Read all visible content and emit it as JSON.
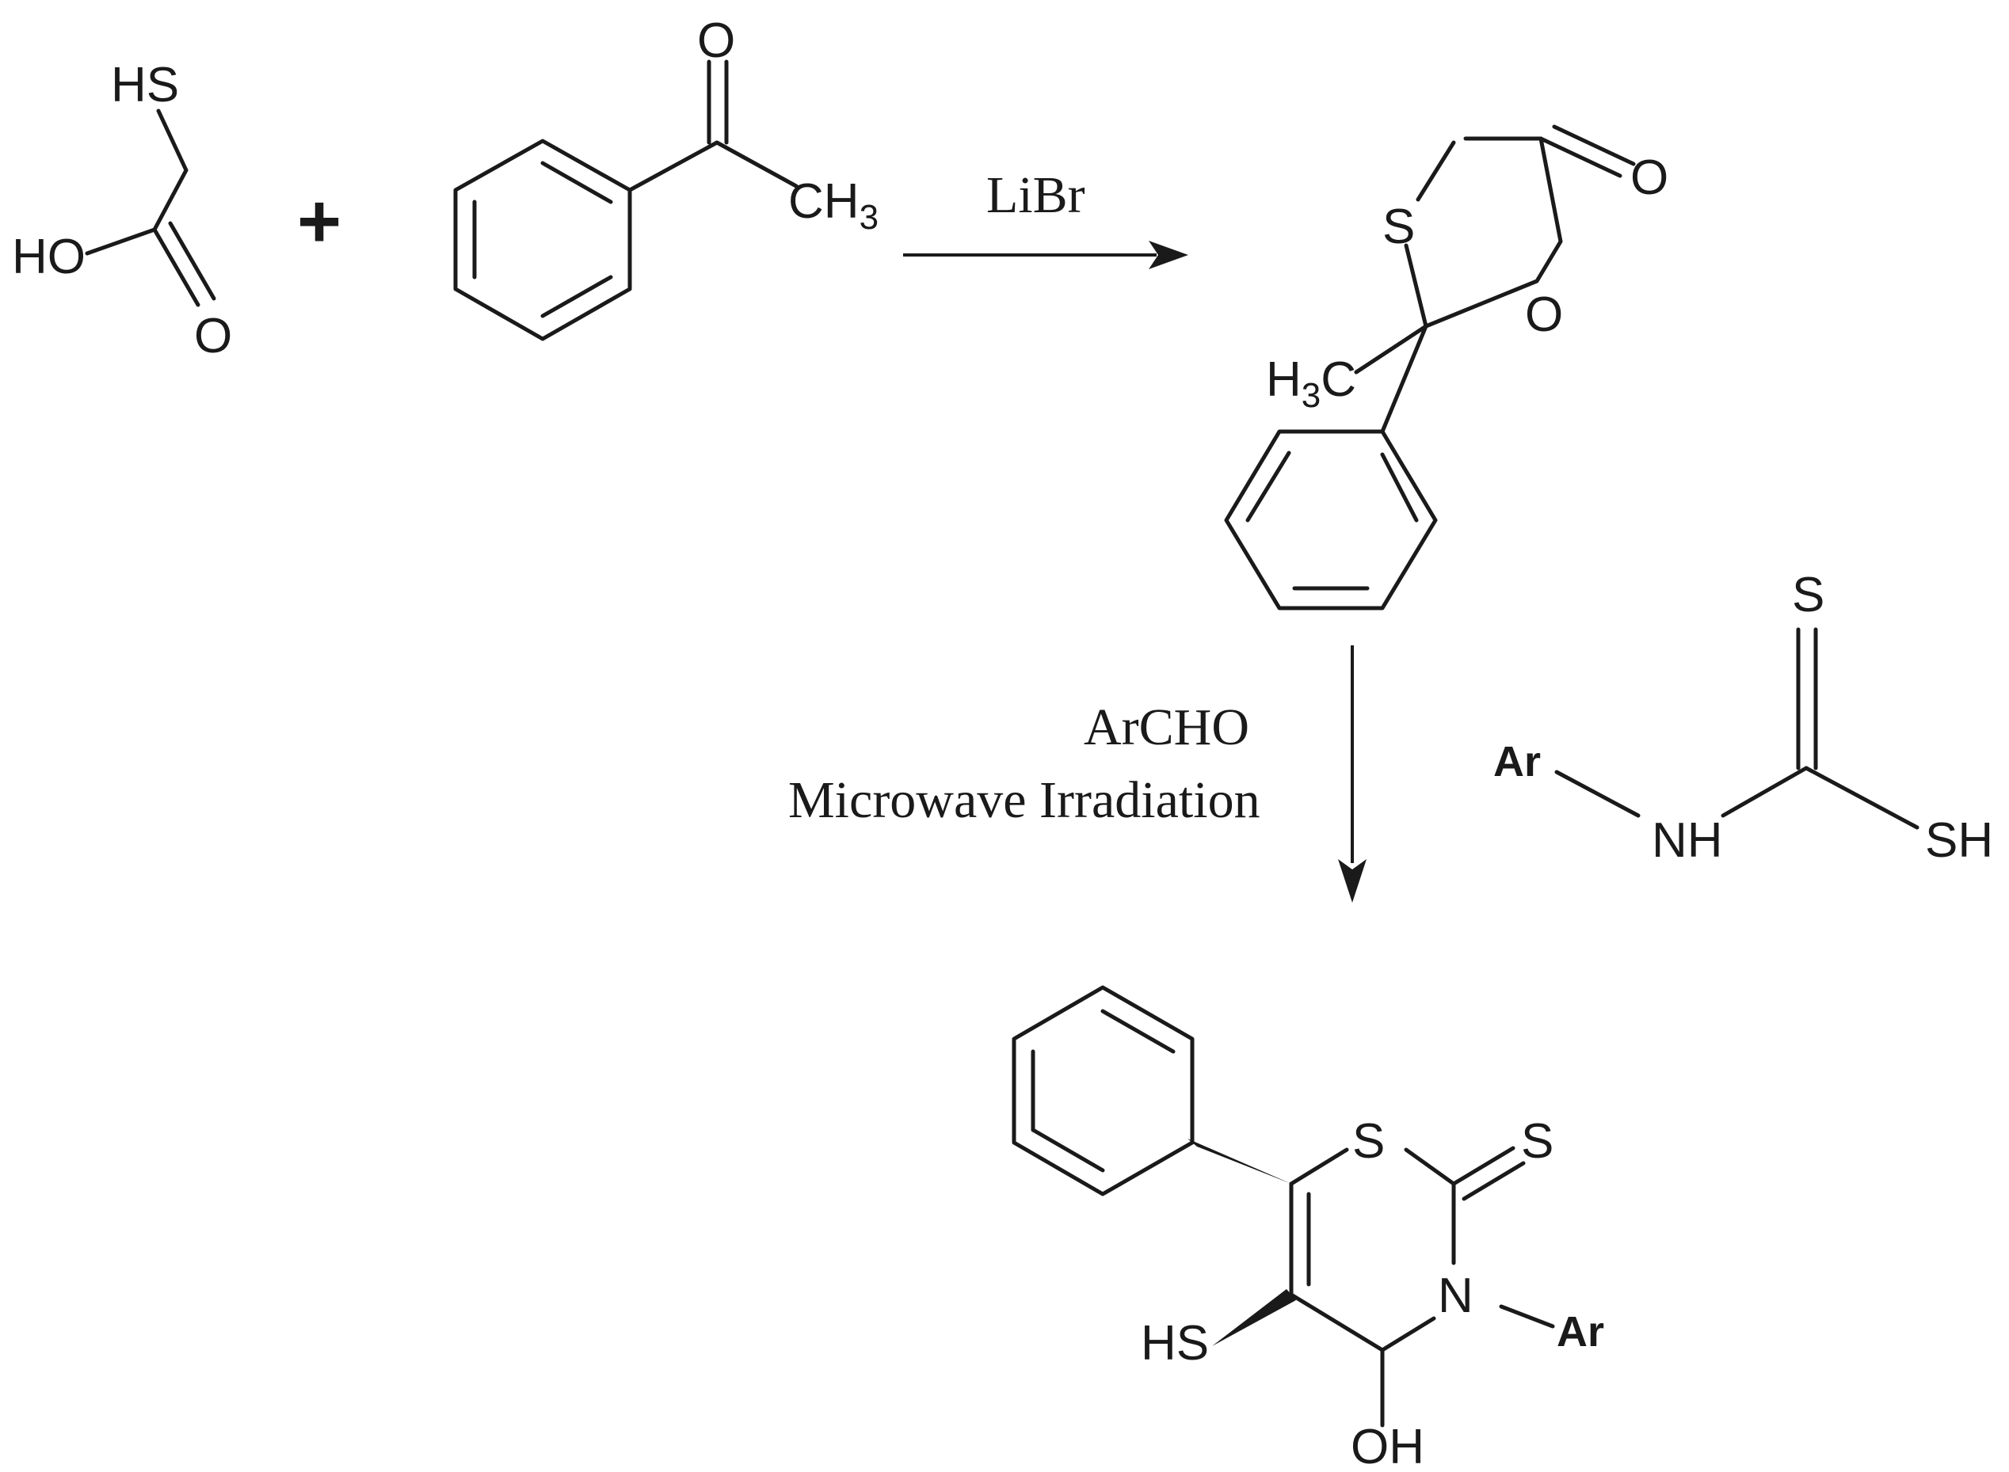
{
  "reactants": {
    "thioglycolic_acid": {
      "hs": "HS",
      "ho": "HO",
      "o": "O"
    },
    "plus": "+",
    "acetophenone": {
      "o": "O",
      "ch3_main": "CH",
      "ch3_sub": "3"
    }
  },
  "step1": {
    "reagent": "LiBr"
  },
  "intermediate": {
    "s": "S",
    "o_carbonyl": "O",
    "o_ring": "O",
    "h3c_h": "H",
    "h3c_sub": "3",
    "h3c_c": "C"
  },
  "step2": {
    "reagent": "ArCHO",
    "condition": "Microwave Irradiation"
  },
  "dithiocarbamic_acid": {
    "s": "S",
    "ar": "Ar",
    "nh": "NH",
    "sh": "SH"
  },
  "product": {
    "s_ring": "S",
    "s_thione": "S",
    "n": "N",
    "ar": "Ar",
    "hs": "HS",
    "oh": "OH"
  }
}
